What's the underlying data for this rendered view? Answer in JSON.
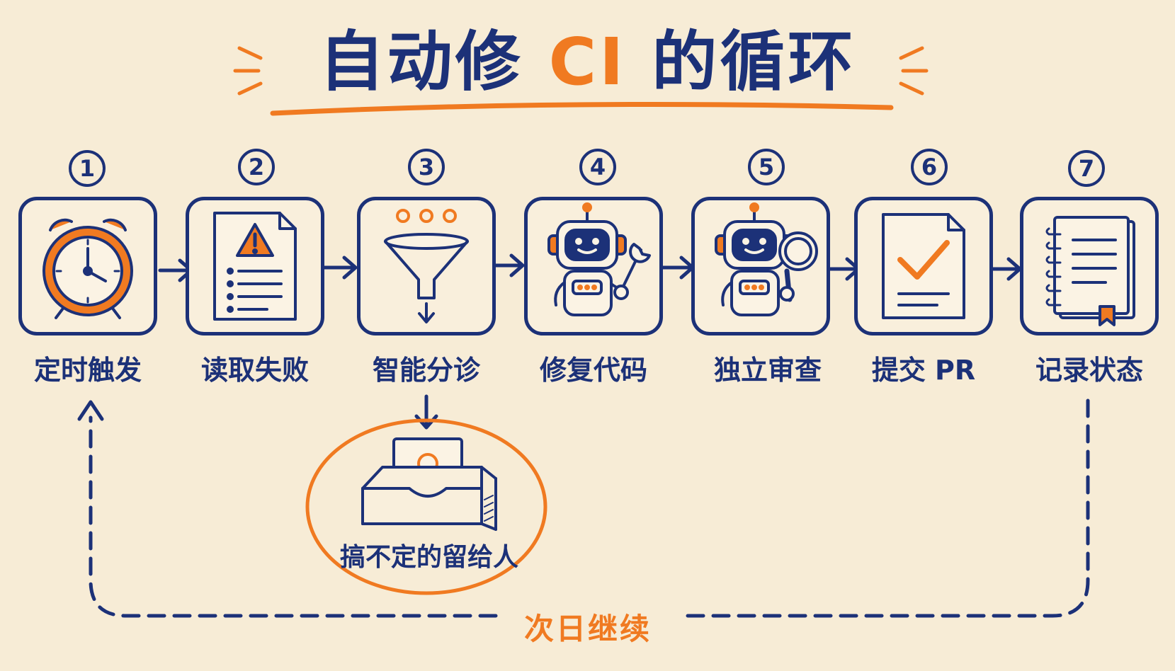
{
  "title": {
    "prefix": "自动修",
    "accent": "CI",
    "suffix": "的循环"
  },
  "steps": [
    {
      "number": "1",
      "label": "定时触发",
      "icon": "alarm-clock-icon"
    },
    {
      "number": "2",
      "label": "读取失败",
      "icon": "warning-document-icon"
    },
    {
      "number": "3",
      "label": "智能分诊",
      "icon": "funnel-icon"
    },
    {
      "number": "4",
      "label": "修复代码",
      "icon": "robot-wrench-icon"
    },
    {
      "number": "5",
      "label": "独立审查",
      "icon": "robot-magnifier-icon"
    },
    {
      "number": "6",
      "label": "提交 PR",
      "icon": "checked-document-icon"
    },
    {
      "number": "7",
      "label": "记录状态",
      "icon": "notebook-icon"
    }
  ],
  "handoff": {
    "label": "搞不定的留给人",
    "icon": "inbox-person-icon"
  },
  "loop": {
    "label": "次日继续"
  },
  "colors": {
    "navy": "#1c3178",
    "orange": "#f07a21",
    "paper": "#f7ecd6"
  }
}
